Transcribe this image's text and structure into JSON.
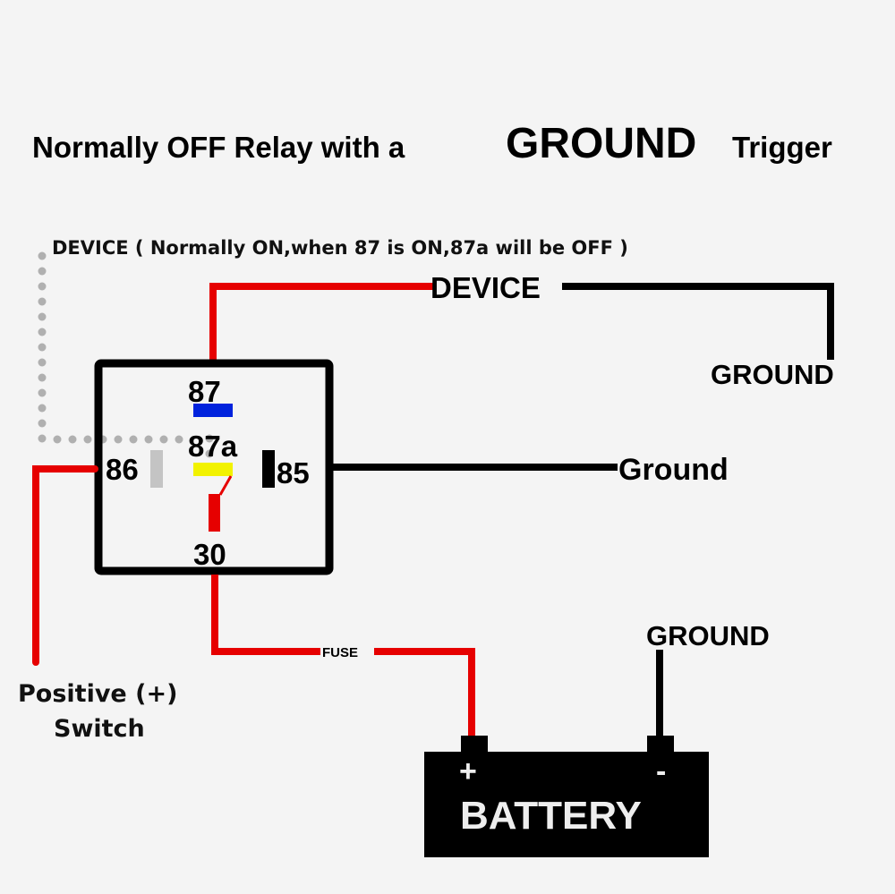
{
  "title": {
    "part1": "Normally OFF Relay with a",
    "emphasis": "GROUND",
    "part2": "Trigger"
  },
  "note": "DEVICE  ( Normally ON,when 87 is ON,87a will be OFF )",
  "labels": {
    "device": "DEVICE",
    "ground_top": "GROUND",
    "ground_mid": "Ground",
    "ground_battery": "GROUND",
    "fuse": "FUSE",
    "positive_switch_line1": "Positive (+)",
    "positive_switch_line2": "Switch"
  },
  "relay": {
    "pins": {
      "p87": "87",
      "p87a": "87a",
      "p86": "86",
      "p85": "85",
      "p30": "30"
    }
  },
  "battery": {
    "label": "BATTERY",
    "plus": "+",
    "minus": "-"
  },
  "colors": {
    "wire_positive": "#e60000",
    "wire_ground": "#000000",
    "wire_dotted": "#b0b0b0",
    "pin87": "#0022dd",
    "pin87a": "#f2f200",
    "pin86": "#c4c4c4",
    "pin85": "#000000",
    "background": "#f4f4f4"
  }
}
